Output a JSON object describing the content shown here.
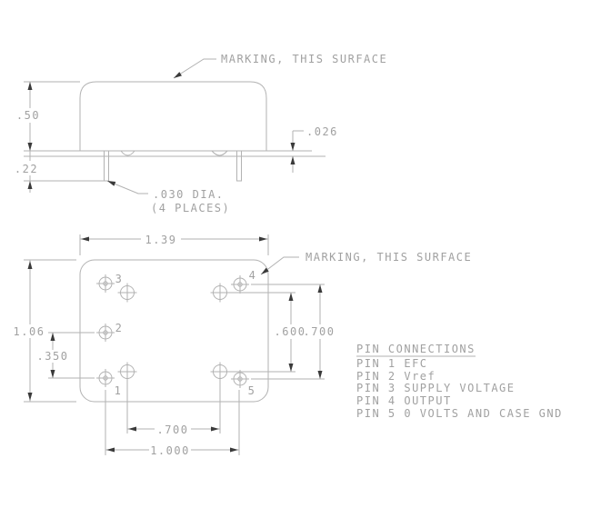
{
  "colors": {
    "background": "#ffffff",
    "line": "#b2b2b2",
    "text": "#a1a1a1",
    "arrowhead": "#3a3a3a"
  },
  "side_view": {
    "marking_callout": "MARKING, THIS SURFACE",
    "height_dim": ".50",
    "pin_length_dim": ".22",
    "standoff_dim": ".026",
    "pin_dia_note_line1": ".030 DIA.",
    "pin_dia_note_line2": "(4 PLACES)"
  },
  "bottom_view": {
    "marking_callout": "MARKING, THIS SURFACE",
    "width_dim": "1.39",
    "depth_dim": "1.06",
    "pin_1_2_spacing_dim": ".350",
    "standoff_v_spacing_dim": ".600",
    "pin_4_5_spacing_dim": ".700",
    "standoff_h_spacing_dim": ".700",
    "pin_row_spacing_dim": "1.000",
    "pin_numbers": [
      "1",
      "2",
      "3",
      "4",
      "5"
    ]
  },
  "pin_connections": {
    "title": "PIN CONNECTIONS",
    "rows": [
      "PIN 1 EFC",
      "PIN 2 Vref",
      "PIN 3 SUPPLY VOLTAGE",
      "PIN 4 OUTPUT",
      "PIN 5 0 VOLTS AND CASE GND"
    ]
  }
}
